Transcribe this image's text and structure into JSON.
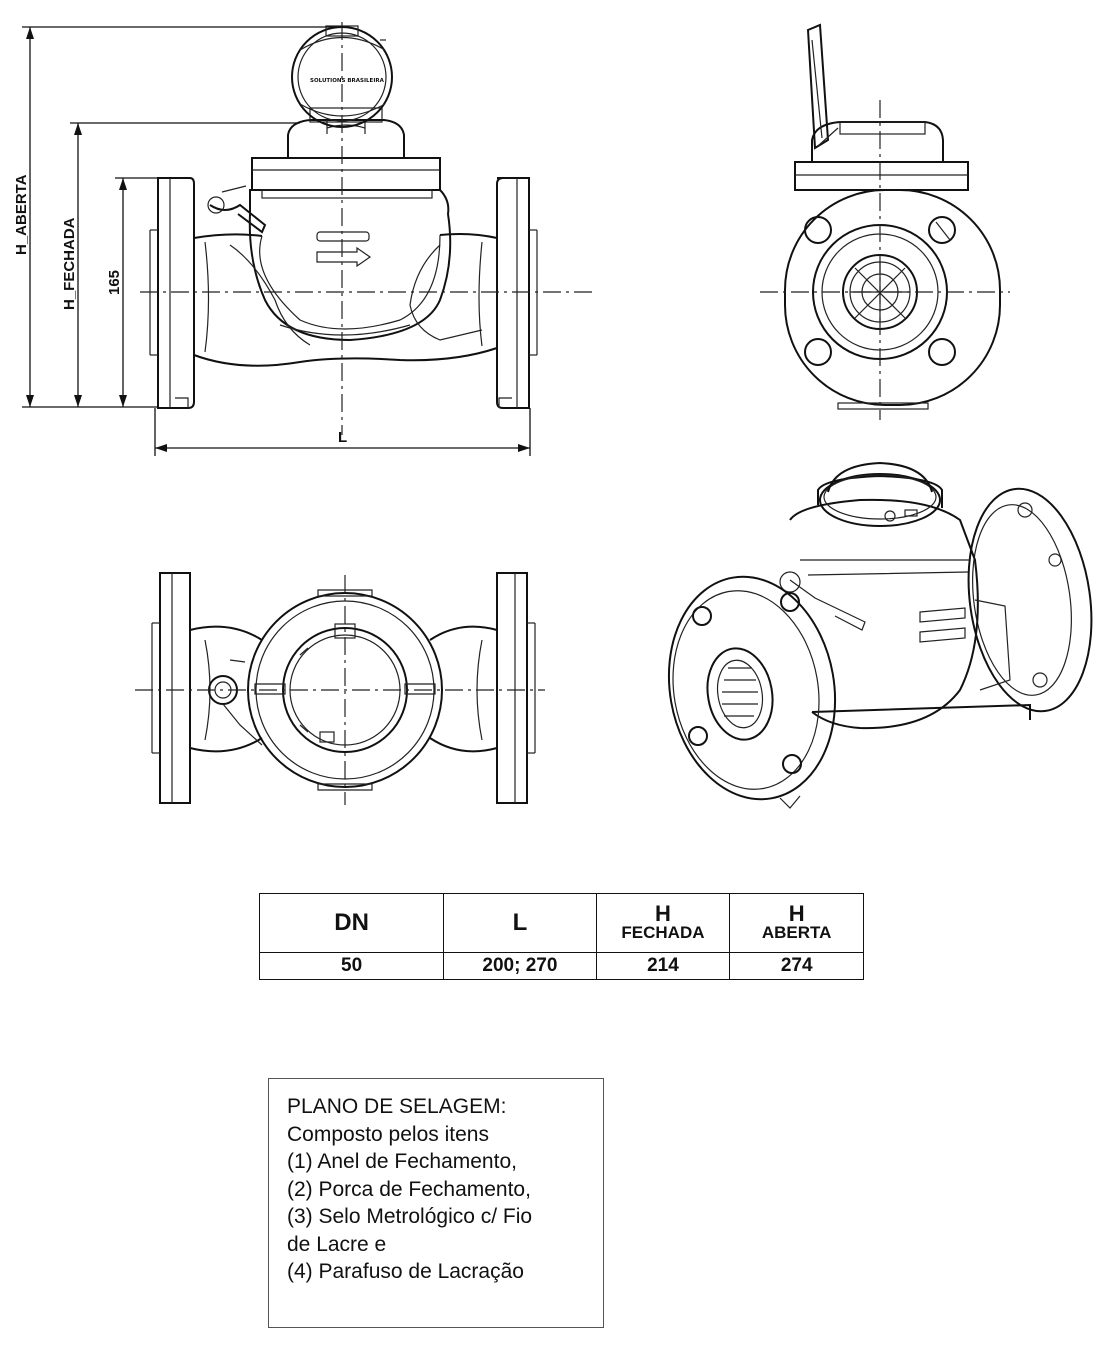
{
  "drawing": {
    "dimension_labels": {
      "h_aberta": "H_ABERTA",
      "h_fechada": "H_FECHADA",
      "height_165": "165",
      "length": "L"
    },
    "register_text": "SOLUTIONS BRASILEIRA"
  },
  "table": {
    "headers": {
      "dn": "DN",
      "l": "L",
      "h_fechada_top": "H",
      "h_fechada_bottom": "FECHADA",
      "h_aberta_top": "H",
      "h_aberta_bottom": "ABERTA"
    },
    "row": {
      "dn": "50",
      "l": "200; 270",
      "h_fechada": "214",
      "h_aberta": "274"
    }
  },
  "sealing_plan": {
    "lines": [
      "PLANO DE SELAGEM:",
      "Composto pelos itens",
      "(1) Anel de Fechamento,",
      "(2) Porca de Fechamento,",
      "(3) Selo Metrológico c/ Fio",
      "de Lacre e",
      "(4) Parafuso de Lacração"
    ]
  }
}
